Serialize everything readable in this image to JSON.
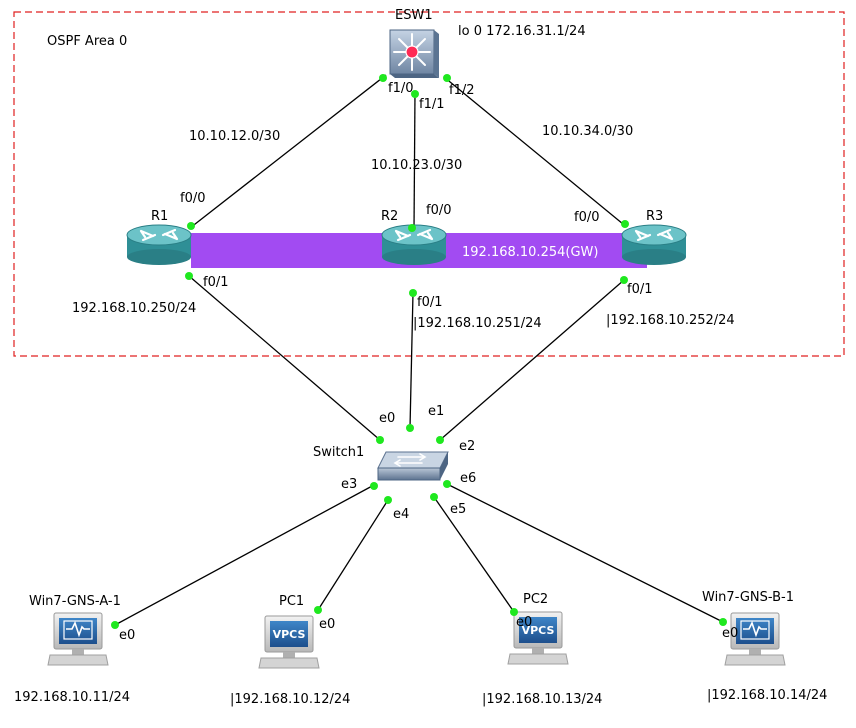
{
  "area_label": "OSPF Area 0",
  "colors": {
    "area_border": "#e02020",
    "port_dot": "#1fe81f",
    "gateway_band": "#a24bf2",
    "router_body": "#2f8f96",
    "router_top": "#6cc3c8"
  },
  "devices": {
    "esw": {
      "name": "ESW1",
      "icon": "multilayer-switch-icon",
      "ip": "lo 0 172.16.31.1/24"
    },
    "r1": {
      "name": "R1",
      "icon": "router-icon",
      "ip": "192.168.10.250/24"
    },
    "r2": {
      "name": "R2",
      "icon": "router-icon",
      "ip": "|192.168.10.251/24"
    },
    "r3": {
      "name": "R3",
      "icon": "router-icon",
      "ip": "|192.168.10.252/24"
    },
    "switch": {
      "name": "Switch1",
      "icon": "ethernet-switch-icon"
    },
    "win_a": {
      "name": "Win7-GNS-A-1",
      "icon": "workstation-icon",
      "ip": "192.168.10.11/24"
    },
    "pc1": {
      "name": "PC1",
      "icon": "vpcs-icon",
      "badge": "VPCS",
      "ip": "|192.168.10.12/24"
    },
    "pc2": {
      "name": "PC2",
      "icon": "vpcs-icon",
      "badge": "VPCS",
      "ip": "|192.168.10.13/24"
    },
    "win_b": {
      "name": "Win7-GNS-B-1",
      "icon": "workstation-icon",
      "ip": "|192.168.10.14/24"
    }
  },
  "gateway": "192.168.10.254(GW)",
  "networks": {
    "r1_esw": "10.10.12.0/30",
    "r2_esw": "10.10.23.0/30",
    "r3_esw": "10.10.34.0/30"
  },
  "ports": {
    "esw_f1_0": "f1/0",
    "esw_f1_1": "f1/1",
    "esw_f1_2": "f1/2",
    "r1_f0_0": "f0/0",
    "r1_f0_1": "f0/1",
    "r2_f0_0": "f0/0",
    "r2_f0_1": "f0/1",
    "r3_f0_0": "f0/0",
    "r3_f0_1": "f0/1",
    "sw_e0": "e0",
    "sw_e1": "e1",
    "sw_e2": "e2",
    "sw_e3": "e3",
    "sw_e4": "e4",
    "sw_e5": "e5",
    "sw_e6": "e6",
    "win_a_e0": "e0",
    "pc1_e0": "e0",
    "pc2_e0": "e0",
    "win_b_e0": "e0"
  }
}
